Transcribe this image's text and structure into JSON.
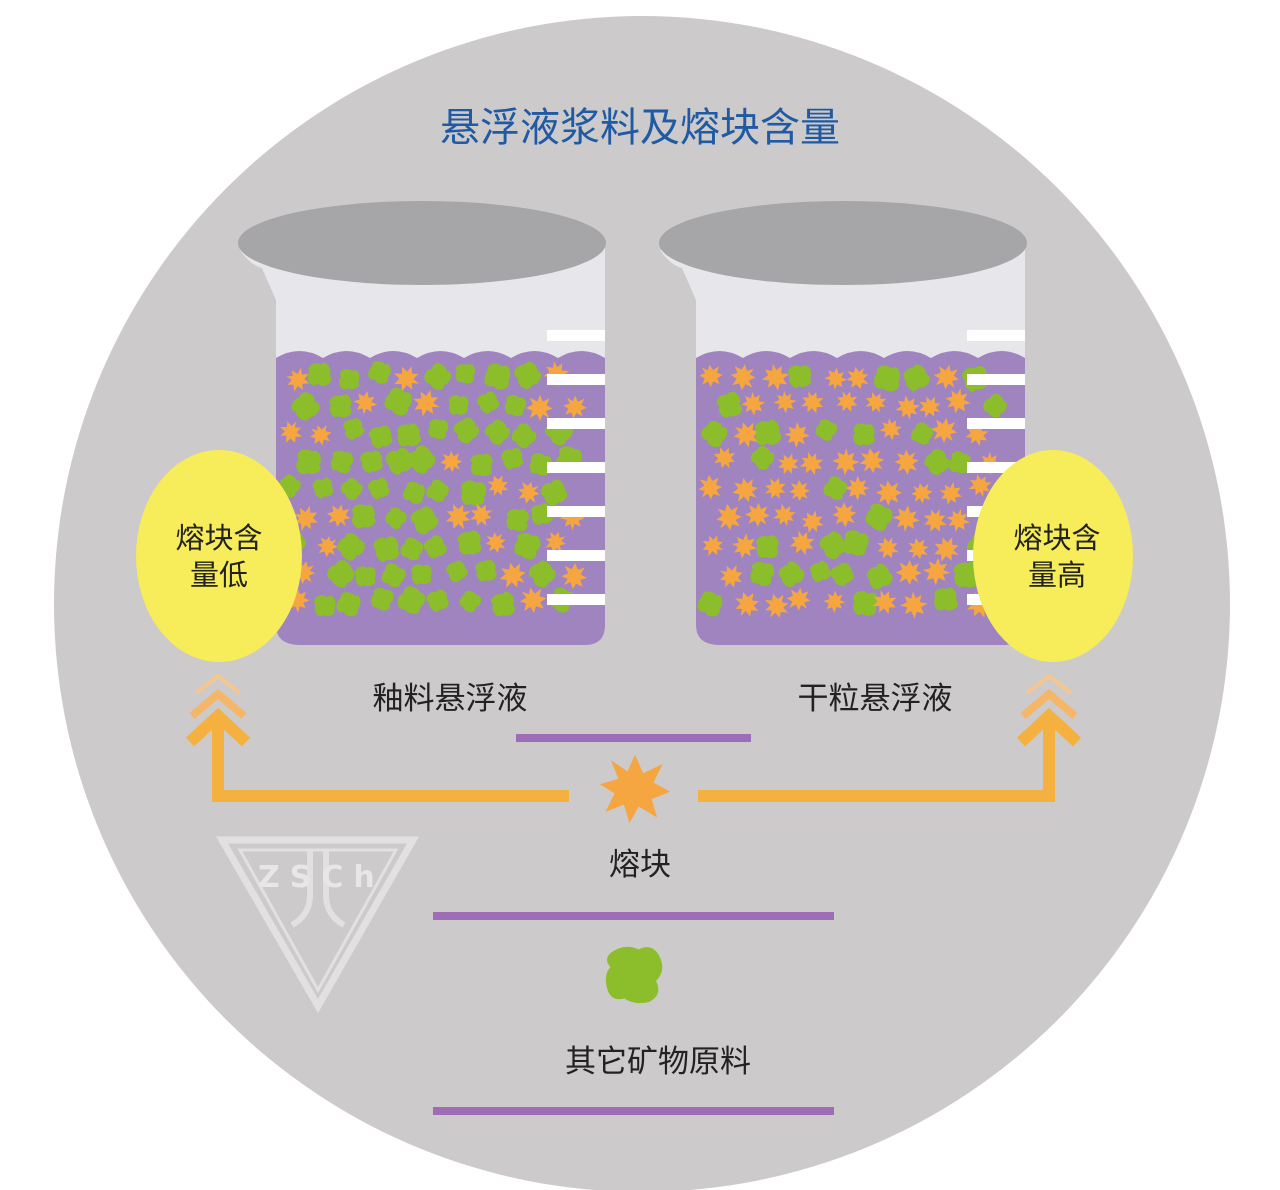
{
  "title": "悬浮液浆料及熔块含量",
  "beakers": [
    {
      "label": "釉料悬浮液",
      "bubble_line1": "熔块含",
      "bubble_line2": "量低",
      "frit_ratio": 0.3
    },
    {
      "label": "干粒悬浮液",
      "bubble_line1": "熔块含",
      "bubble_line2": "量高",
      "frit_ratio": 0.7
    }
  ],
  "legend": {
    "frit_label": "熔块",
    "mineral_label": "其它矿物原料"
  },
  "watermark": "ZSCh",
  "colors": {
    "background_circle": "#cdcacb",
    "title": "#1f5aa3",
    "slurry": "#9f84c0",
    "frit": "#f5a641",
    "mineral": "#8cbd2a",
    "bubble": "#f7ec5a",
    "arrow": "#f5b13f",
    "divider": "#9d6db5"
  }
}
